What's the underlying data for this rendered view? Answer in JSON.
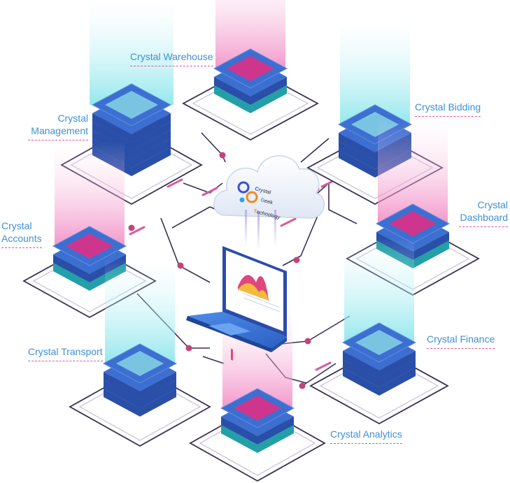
{
  "modules": [
    {
      "key": "warehouse",
      "lines": [
        "Crystal Warehouse"
      ]
    },
    {
      "key": "management",
      "lines": [
        "Crystal",
        "Management"
      ]
    },
    {
      "key": "bidding",
      "lines": [
        "Crystal Bidding"
      ]
    },
    {
      "key": "dashboard",
      "lines": [
        "Crystal",
        "Dashboard"
      ]
    },
    {
      "key": "accounts",
      "lines": [
        "Crystal",
        "Accounts"
      ]
    },
    {
      "key": "finance",
      "lines": [
        "Crystal Finance"
      ]
    },
    {
      "key": "transport",
      "lines": [
        "Crystal  Transport"
      ]
    },
    {
      "key": "analytics",
      "lines": [
        "Crystal  Analytics"
      ]
    }
  ],
  "cloud_logo": {
    "lines": [
      "rystal",
      "eek",
      "echnology"
    ],
    "letters": [
      "C",
      "G",
      "T"
    ]
  },
  "colors": {
    "label": "#3f8fd6",
    "accent_pink": "#e2549a",
    "line": "#3a2f52",
    "server_top": "#3d6fd1",
    "server_dark": "#2a4fa8",
    "teal": "#2ec4b6",
    "screen_pink": "#d6338a",
    "beam_blue": "#9fe9ee",
    "beam_pink": "#f5a8d2"
  }
}
